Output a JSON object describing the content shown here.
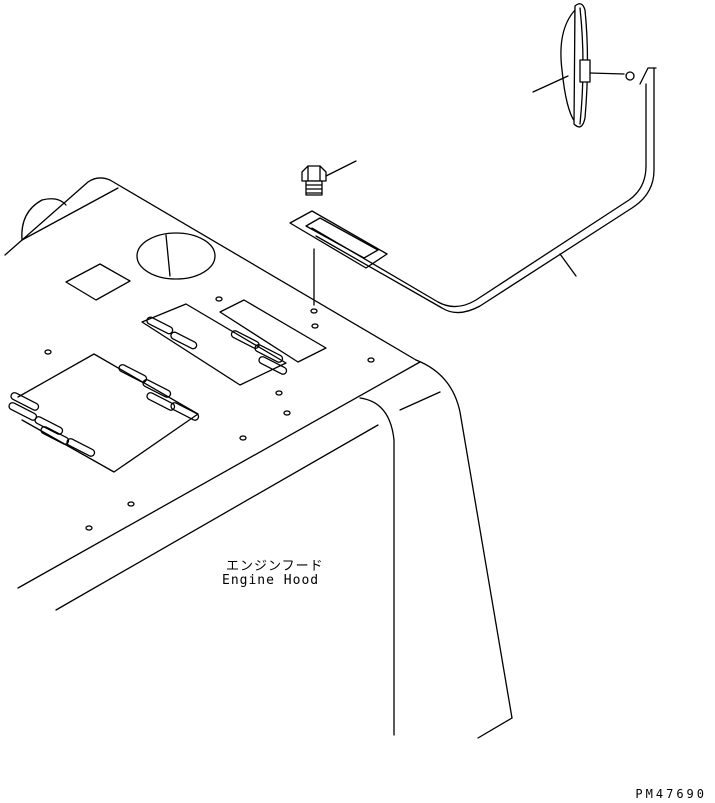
{
  "part_label": {
    "japanese": "エンジンフード",
    "english": "Engine Hood"
  },
  "drawing_id": "PM47690",
  "colors": {
    "line": "#000000",
    "background": "#ffffff"
  }
}
